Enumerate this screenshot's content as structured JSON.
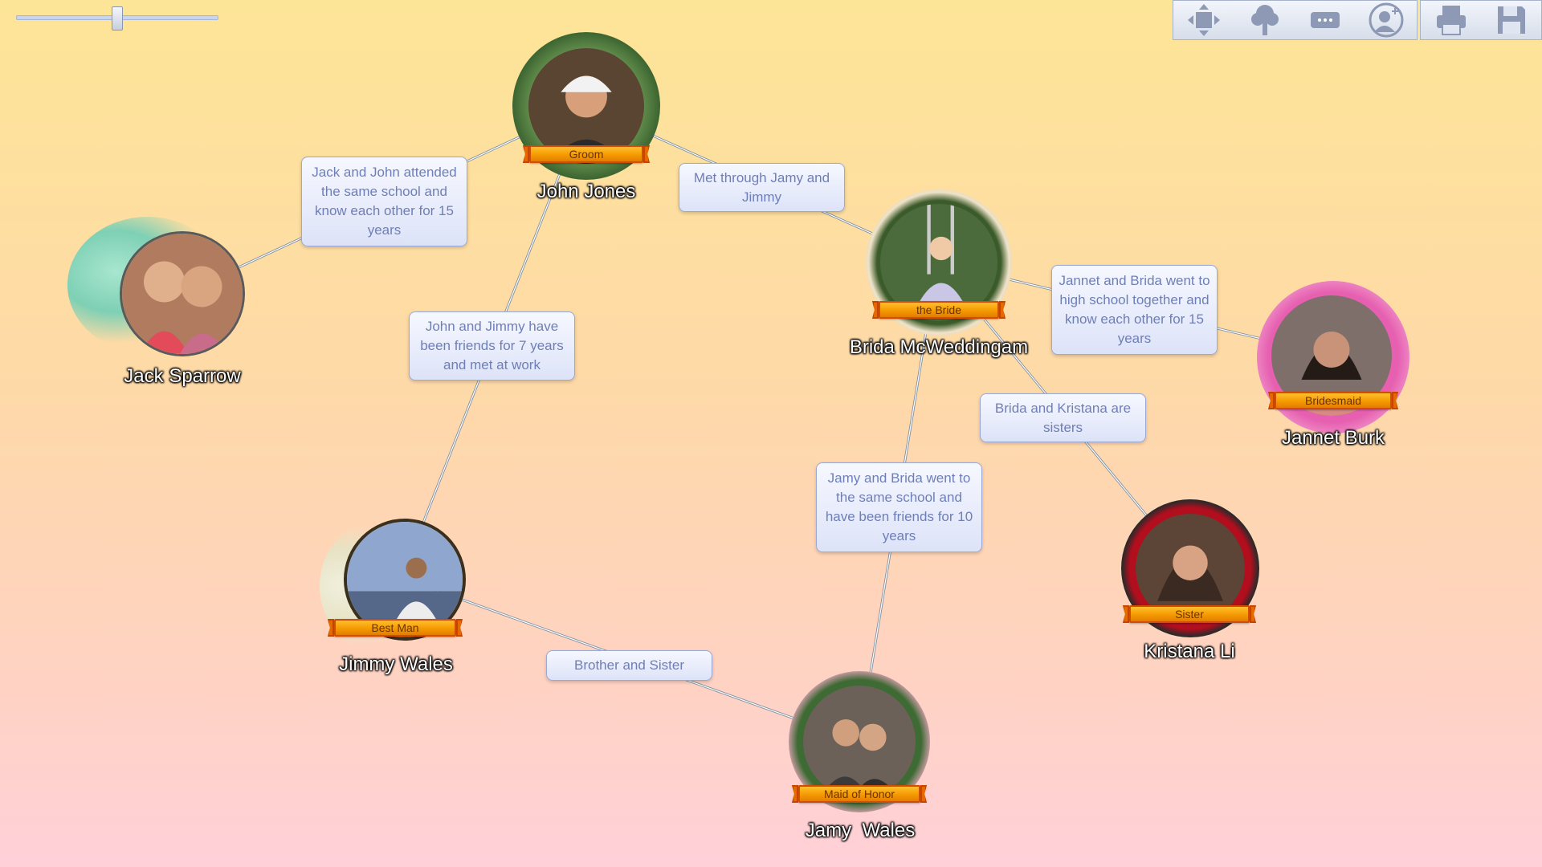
{
  "colors": {
    "ribbon": "#f59a00",
    "link": "#7f8fa0",
    "relation_text": "#6e7fb8"
  },
  "toolbar": {
    "icons": [
      "move-icon",
      "tree-icon",
      "more-icon",
      "add-person-icon",
      "print-icon",
      "save-icon"
    ]
  },
  "zoom": {
    "level": 0.5
  },
  "people": [
    {
      "id": "john",
      "name": "John Jones",
      "role": "Groom"
    },
    {
      "id": "jack",
      "name": "Jack Sparrow",
      "role": ""
    },
    {
      "id": "brida",
      "name": "Brida McWeddingam",
      "role": "the Bride"
    },
    {
      "id": "jannet",
      "name": "Jannet Burk",
      "role": "Bridesmaid"
    },
    {
      "id": "jimmy",
      "name": "Jimmy Wales",
      "role": "Best Man"
    },
    {
      "id": "kristana",
      "name": "Kristana Li",
      "role": "Sister"
    },
    {
      "id": "jamy",
      "name": "Jamy  Wales",
      "role": "Maid of Honor"
    }
  ],
  "relationships": [
    {
      "from": "jack",
      "to": "john",
      "text": "Jack and John attended the same school and know each other for 15 years"
    },
    {
      "from": "john",
      "to": "brida",
      "text": "Met through Jamy and Jimmy"
    },
    {
      "from": "john",
      "to": "jimmy",
      "text": "John and Jimmy have been friends for 7 years and met at work"
    },
    {
      "from": "brida",
      "to": "jannet",
      "text": "Jannet and Brida went to high school together and know each other for 15 years"
    },
    {
      "from": "brida",
      "to": "kristana",
      "text": "Brida and Kristana are sisters"
    },
    {
      "from": "brida",
      "to": "jamy",
      "text": "Jamy and Brida went to the same school and have been friends for 10 years"
    },
    {
      "from": "jimmy",
      "to": "jamy",
      "text": "Brother and Sister"
    }
  ]
}
